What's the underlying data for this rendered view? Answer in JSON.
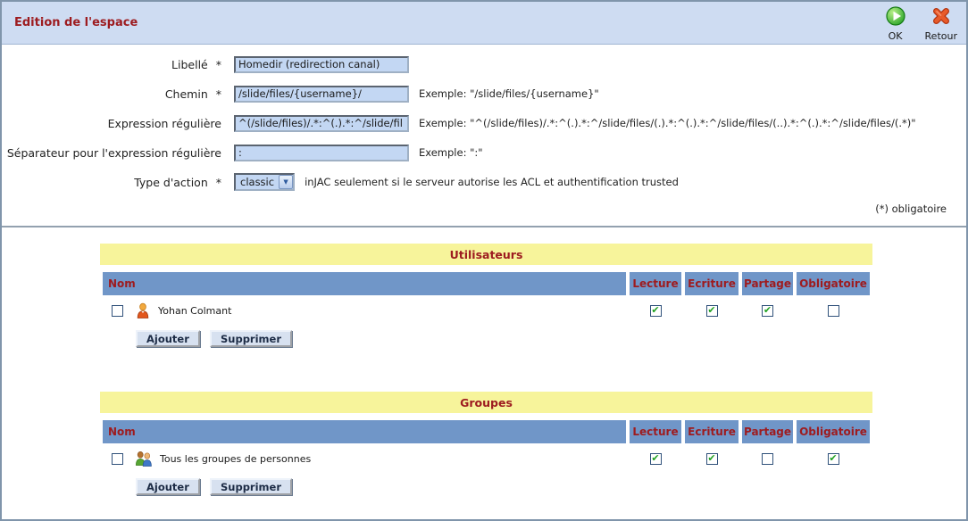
{
  "header": {
    "title": "Edition de l'espace",
    "actions": [
      {
        "label": "OK",
        "icon": "ok-icon"
      },
      {
        "label": "Retour",
        "icon": "retour-icon"
      }
    ]
  },
  "form": {
    "fields": [
      {
        "label": "Libellé",
        "marker": "*",
        "value": "Homedir (redirection canal)",
        "hint": ""
      },
      {
        "label": "Chemin",
        "marker": "*",
        "value": "/slide/files/{username}/",
        "hint": "Exemple: \"/slide/files/{username}\""
      },
      {
        "label": "Expression régulière",
        "marker": "",
        "value": "^(/slide/files)/.*:^(.).*:^/slide/fil",
        "hint": "Exemple: \"^(/slide/files)/.*:^(.).*:^/slide/files/(.).*:^(.).*:^/slide/files/(..).*:^(.).*:^/slide/files/(.*)\""
      },
      {
        "label": "Séparateur pour l'expression régulière",
        "marker": "",
        "value": ":",
        "hint": "Exemple: \":\""
      },
      {
        "label": "Type d'action",
        "marker": "*",
        "value": "classic",
        "hint": "inJAC seulement si le serveur autorise les ACL et authentification trusted"
      }
    ],
    "required_note": "(*) obligatoire"
  },
  "tables": [
    {
      "title": "Utilisateurs",
      "columns": [
        "Nom",
        "Lecture",
        "Ecriture",
        "Partage",
        "Obligatoire"
      ],
      "rows": [
        {
          "icon": "user-icon",
          "name": "Yohan Colmant",
          "selected": false,
          "perms": [
            true,
            true,
            true,
            false
          ]
        }
      ],
      "buttons": [
        "Ajouter",
        "Supprimer"
      ]
    },
    {
      "title": "Groupes",
      "columns": [
        "Nom",
        "Lecture",
        "Ecriture",
        "Partage",
        "Obligatoire"
      ],
      "rows": [
        {
          "icon": "group-icon",
          "name": "Tous les groupes de personnes",
          "selected": false,
          "perms": [
            true,
            true,
            false,
            true
          ]
        }
      ],
      "buttons": [
        "Ajouter",
        "Supprimer"
      ]
    }
  ],
  "colors": {
    "header_bg": "#cedcf2",
    "accent_red": "#9d1c20",
    "table_header_bg": "#7096c8",
    "banner_yellow": "#f7f49b",
    "input_bg": "#c3d7f3",
    "check_green": "#21a121",
    "ok_green": "#2aa62a",
    "retour_red": "#e2491c"
  }
}
